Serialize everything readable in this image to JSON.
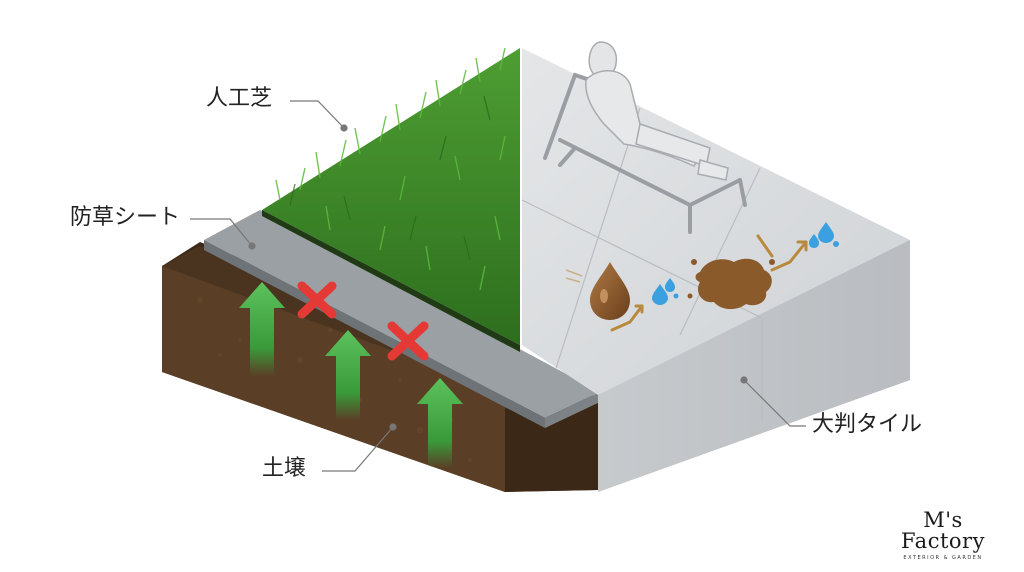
{
  "labels": {
    "artificial_turf": "人工芝",
    "weed_sheet": "防草シート",
    "soil": "土壌",
    "large_tile": "大判タイル"
  },
  "logo": {
    "name": "M's Factory",
    "subtitle": "EXTERIOR & GARDEN"
  },
  "colors": {
    "turf": "#3f8f2c",
    "soil": "#4a3420",
    "sheet": "#8f9498",
    "tile": "#d9dcdf",
    "arrow_up": "#4caf50",
    "cross": "#e53935",
    "water": "#3aa0e0",
    "stain": "#8a5a2b"
  },
  "icons": [
    "up-arrow-icon",
    "cross-icon",
    "oil-drop-icon",
    "mud-splat-icon",
    "water-splash-icon",
    "lounger-person-icon"
  ]
}
